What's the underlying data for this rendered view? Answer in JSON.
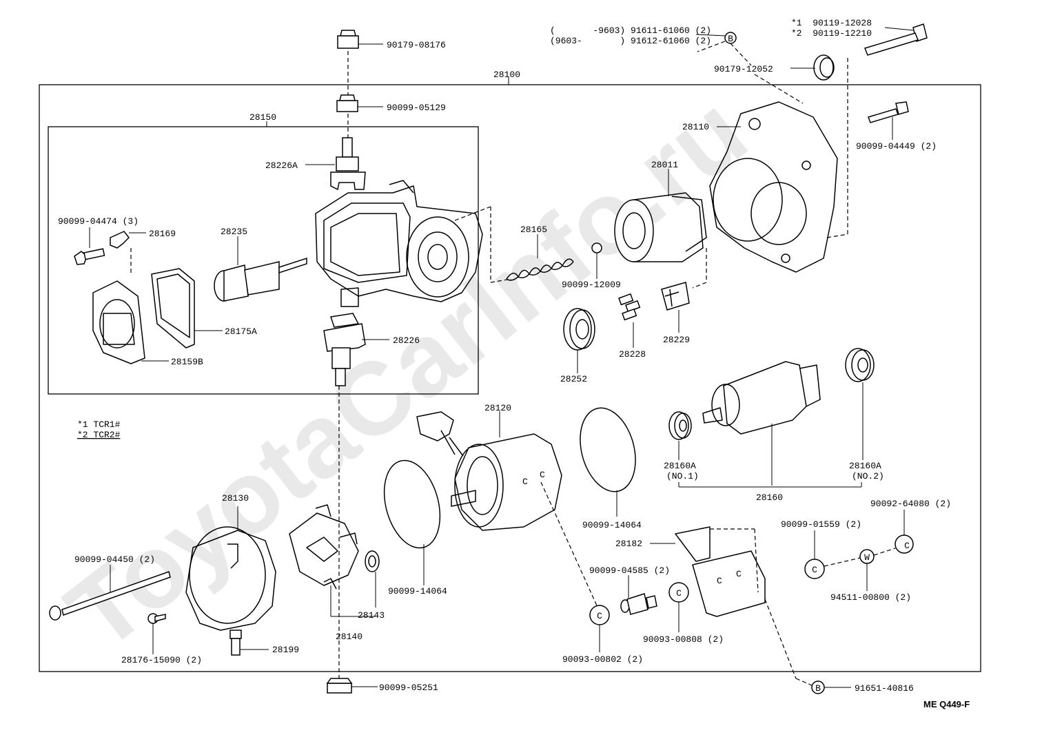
{
  "watermark": "ToyotaCarInfo.ru",
  "diagram_code": "ME Q449-F",
  "notes": {
    "n1": "*1 TCR1#",
    "n2": "*2 TCR2#"
  },
  "labels": {
    "p90179_08176": "90179-08176",
    "p28100": "28100",
    "p90099_05129": "90099-05129",
    "p28150": "28150",
    "p28226A": "28226A",
    "p90099_04474": "90099-04474 (3)",
    "p28169": "28169",
    "p28235": "28235",
    "p28175A": "28175A",
    "p28159B": "28159B",
    "p28226": "28226",
    "p28165": "28165",
    "p90099_12009": "90099-12009",
    "p28011": "28011",
    "p28110": "28110",
    "p28252": "28252",
    "p28228": "28228",
    "p28229": "28229",
    "p91611_line": "(       -9603) 91611-61060 (2)",
    "p91612_line": "(9603-       ) 91612-61060 (2)",
    "p90119_12028": "*1  90119-12028",
    "p90119_12210": "*2  90119-12210",
    "p90179_12052": "90179-12052",
    "p90099_04449": "90099-04449 (2)",
    "p28120": "28120",
    "p28130": "28130",
    "p90099_04450": "90099-04450 (2)",
    "p28176_15090": "28176-15090 (2)",
    "p28199": "28199",
    "p28143": "28143",
    "p28140": "28140",
    "p90099_14064a": "90099-14064",
    "p90099_14064b": "90099-14064",
    "p90099_05251": "90099-05251",
    "p28160A_1": "28160A",
    "p28160A_1b": "(NO.1)",
    "p28160A_2": "28160A",
    "p28160A_2b": "(NO.2)",
    "p28160": "28160",
    "p90092_64080": "90092-64080 (2)",
    "p28182": "28182",
    "p90099_01559": "90099-01559 (2)",
    "p90099_04585": "90099-04585 (2)",
    "p94511_00800": "94511-00800 (2)",
    "p90093_00802": "90093-00802 (2)",
    "p90093_00808": "90093-00808 (2)",
    "p91651_40816": "91651-40816"
  },
  "symbols": {
    "B": "B",
    "C": "C",
    "W": "W"
  }
}
